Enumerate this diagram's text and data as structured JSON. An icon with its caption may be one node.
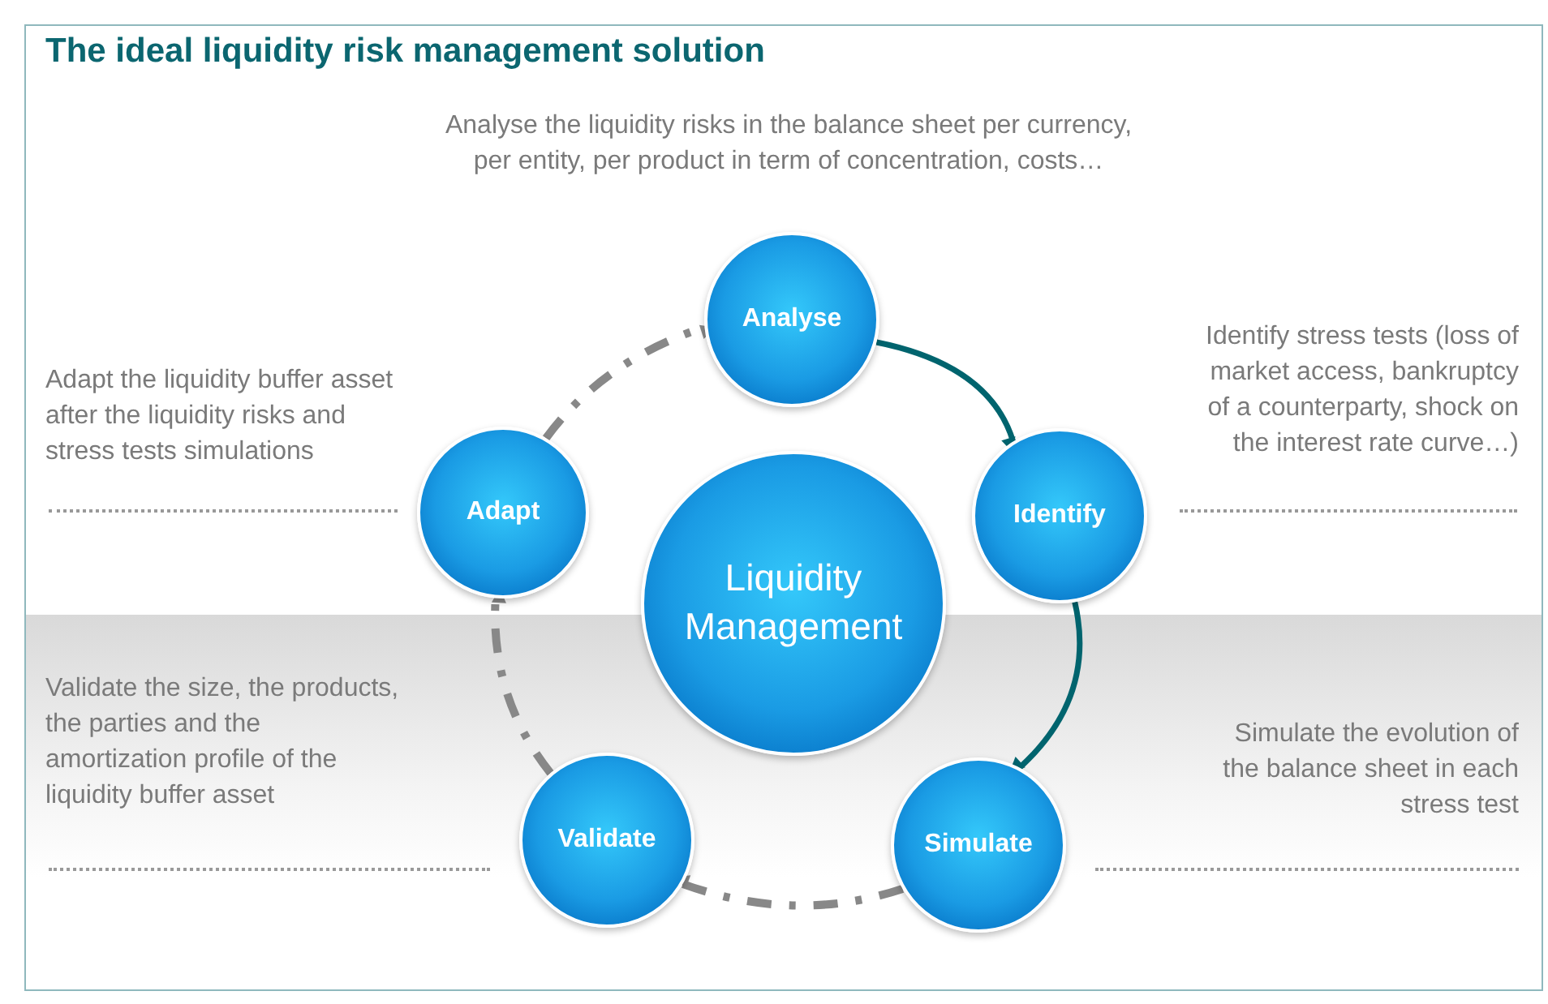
{
  "diagram": {
    "title": "The ideal liquidity risk management solution",
    "nodes": [
      {
        "text": [
          "Analyse"
        ]
      },
      {
        "text": [
          "Identify"
        ]
      },
      {
        "text": [
          "Simulate"
        ]
      },
      {
        "text": [
          "Validate"
        ]
      },
      {
        "text": [
          "Adapt"
        ]
      },
      {
        "text": [
          "Liquidity Management"
        ]
      }
    ],
    "edges": [
      {
        "from": 0,
        "to": 1,
        "arrow": "to",
        "color": "#00646e"
      },
      {
        "from": 1,
        "to": 2,
        "arrow": "to",
        "color": "#00646e"
      },
      {
        "from": 2,
        "to": 3,
        "arrow": "to",
        "style": "dashed"
      },
      {
        "from": 3,
        "to": 4,
        "arrow": "to",
        "style": "dashed"
      },
      {
        "from": 4,
        "to": 0,
        "arrow": "to",
        "style": "dashed"
      }
    ],
    "labels": [
      "Analyse the liquidity risks in the balance sheet per currency, per entity, per product in term of concentration, costs…",
      "Adapt the liquidity buffer asset after the liquidity risks and stress tests simulations",
      "Identify stress tests (loss of market access, bankruptcy of a counterparty, shock on the interest rate curve…)",
      "Validate the size, the products, the parties and the amortization profile of the liquidity buffer asset",
      "Simulate the evolution of the balance sheet in each stress test"
    ]
  }
}
